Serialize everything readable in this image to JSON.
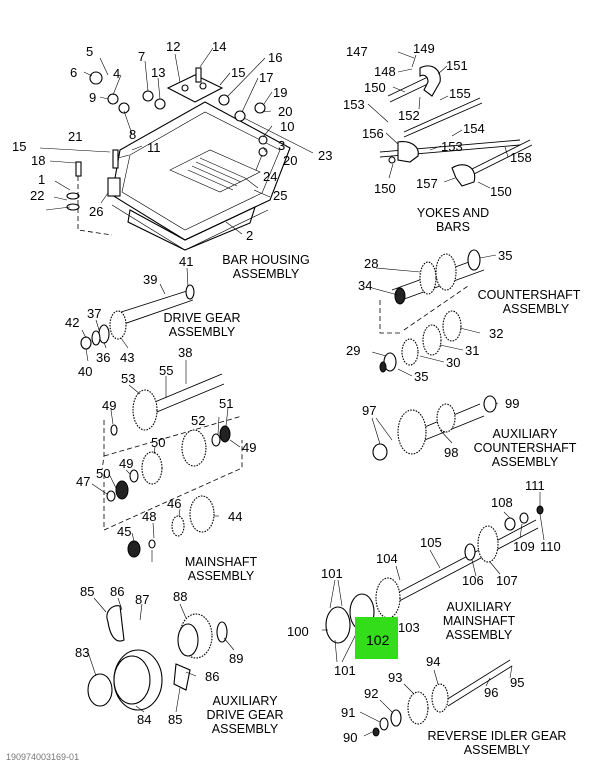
{
  "assemblies": {
    "bar_housing": [
      "BAR HOUSING",
      "ASSEMBLY"
    ],
    "yokes_bars": [
      "YOKES AND",
      "BARS"
    ],
    "drive_gear": [
      "DRIVE GEAR",
      "ASSEMBLY"
    ],
    "countershaft": [
      "COUNTERSHAFT",
      "ASSEMBLY"
    ],
    "aux_countershaft": [
      "AUXILIARY",
      "COUNTERSHAFT",
      "ASSEMBLY"
    ],
    "mainshaft": [
      "MAINSHAFT",
      "ASSEMBLY"
    ],
    "aux_mainshaft": [
      "AUXILIARY",
      "MAINSHAFT",
      "ASSEMBLY"
    ],
    "aux_drive_gear": [
      "AUXILIARY",
      "DRIVE GEAR",
      "ASSEMBLY"
    ],
    "reverse_idler": [
      "REVERSE IDLER GEAR",
      "ASSEMBLY"
    ]
  },
  "highlighted_part": "102",
  "part_numbers": {
    "bar_housing": [
      "5",
      "6",
      "4",
      "7",
      "13",
      "12",
      "14",
      "15",
      "16",
      "17",
      "9",
      "19",
      "20",
      "10",
      "8",
      "3",
      "11",
      "21",
      "15",
      "20",
      "23",
      "18",
      "24",
      "1",
      "25",
      "22",
      "26",
      "2"
    ],
    "yokes": [
      "147",
      "149",
      "148",
      "151",
      "150",
      "155",
      "152",
      "153",
      "156",
      "154",
      "153",
      "158",
      "150",
      "157",
      "150"
    ],
    "drive_gear": [
      "41",
      "39",
      "37",
      "42",
      "36",
      "43",
      "40"
    ],
    "countershaft": [
      "28",
      "35",
      "34",
      "32",
      "29",
      "31",
      "30",
      "35"
    ],
    "aux_countershaft": [
      "97",
      "99",
      "98"
    ],
    "mainshaft": [
      "38",
      "53",
      "55",
      "49",
      "52",
      "51",
      "50",
      "49",
      "50",
      "49",
      "47",
      "46",
      "48",
      "44",
      "45"
    ],
    "aux_mainshaft": [
      "111",
      "108",
      "109",
      "110",
      "101",
      "104",
      "105",
      "106",
      "107",
      "100",
      "103",
      "101"
    ],
    "aux_drive_gear": [
      "85",
      "86",
      "87",
      "88",
      "89",
      "83",
      "86",
      "84",
      "85"
    ],
    "reverse_idler": [
      "94",
      "93",
      "92",
      "91",
      "90",
      "96",
      "95"
    ]
  },
  "footer_text": "190974003169-01"
}
